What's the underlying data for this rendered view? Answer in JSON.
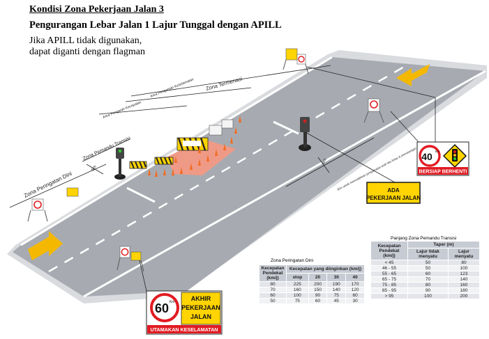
{
  "header": {
    "title": "Kondisi Zona Pekerjaan Jalan 3",
    "subtitle": "Pengurangan Lebar Jalan 1 Lajur Tunggal dengan APILL",
    "note_line1": "Jika APILL tidak digunakan,",
    "note_line2": "dapat diganti dengan flagman"
  },
  "zones": {
    "zona_termenasi": "Zona Termenasi",
    "area_pengaman_keselamatan": "Area Pengaman Keselamatan",
    "area_pengarah_kecepatan": "Area Pengarah Kecepatan",
    "zona_pemandu_transisi": "Zona Pemandu Transisi",
    "zona_peringatan_dini": "Zona Peringatan Dini",
    "dim_5m": "5m",
    "dim_8m": "8m",
    "note_30m": "30m untuk memudahkan pengamatan arah lalu lintas & pemasangan"
  },
  "signs": {
    "ada_pekerjaan_line1": "ADA",
    "ada_pekerjaan_line2": "PEKERJAAN JALAN",
    "speed_40": "40",
    "speed_40_unit": "km",
    "bersiap_berhenti": "BERSIAP BERHENTI",
    "speed_60": "60",
    "speed_60_unit": "Km",
    "akhir_line1": "AKHIR",
    "akhir_line2": "PEKERJAAN",
    "akhir_line3": "JALAN",
    "utamakan": "UTAMAKAN KESELAMATAN"
  },
  "table_peringatan": {
    "caption": "Zona Peringatan Dini",
    "col_speed": "Kecepatan Pendekat (km/j)",
    "col_group": "Kecepatan yang diinginkan (km/j)",
    "sub_headers": [
      "stop",
      "20",
      "30",
      "40"
    ],
    "rows": [
      [
        "80",
        "225",
        "200",
        "190",
        "170"
      ],
      [
        "70",
        "160",
        "150",
        "140",
        "120"
      ],
      [
        "60",
        "100",
        "90",
        "75",
        "60"
      ],
      [
        "50",
        "75",
        "60",
        "45",
        "30"
      ]
    ]
  },
  "table_transisi": {
    "caption": "Panjang Zona Pemandu Transisi",
    "col_speed": "Kecepatan Pendekat (km/j)",
    "col_group": "Taper (m)",
    "sub_headers": [
      "Lajur tidak menyatu",
      "Lajur menyatu"
    ],
    "rows": [
      [
        "< 45",
        "50",
        "80"
      ],
      [
        "46 - 55",
        "50",
        "100"
      ],
      [
        "55 - 65",
        "60",
        "123"
      ],
      [
        "65 - 75",
        "70",
        "140"
      ],
      [
        "75 - 85",
        "80",
        "160"
      ],
      [
        "85 - 95",
        "90",
        "180"
      ],
      [
        "> 95",
        "100",
        "200"
      ]
    ]
  },
  "colors": {
    "road": "#a6aab0",
    "shoulder": "#d4d6d9",
    "work_area": "#ef9a86",
    "sign_yellow": "#ffd400",
    "sign_red": "#e11b22",
    "arrow_yellow": "#f5b800"
  }
}
